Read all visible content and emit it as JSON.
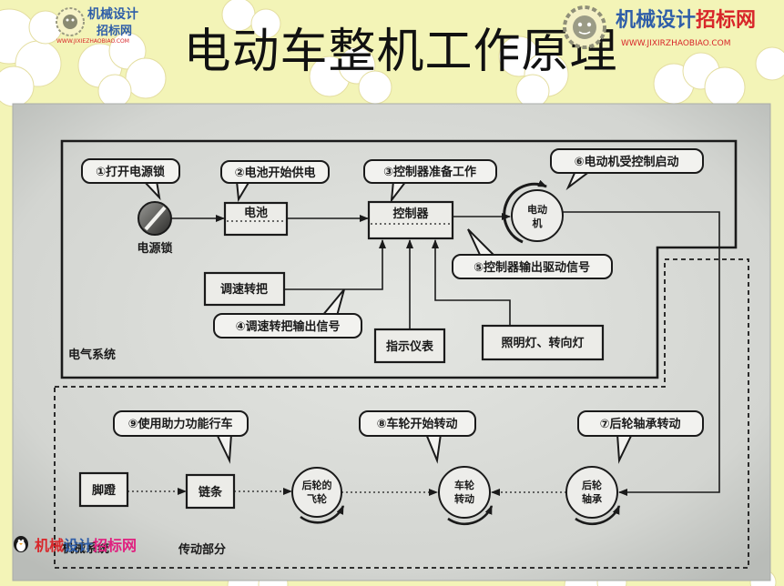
{
  "slide": {
    "title": "电动车整机工作原理"
  },
  "logos": {
    "top_left": {
      "line1": "机械设计",
      "line2": "招标网",
      "url": "WWW.JIXIEZHAOBIAO.COM",
      "icon": "sunflower-emblem-icon"
    },
    "top_right": {
      "parts": [
        "机械设计",
        "招标网"
      ],
      "url": "WWW.JIXIRZHAOBIAO.COM",
      "icon": "gear-emblem-icon"
    },
    "bottom_left": {
      "parts": [
        "机械",
        "设计",
        "招标网"
      ],
      "icon": "penguin-icon"
    }
  },
  "diagram": {
    "sections": {
      "electrical": "电气系统",
      "mechanical": "机械系统",
      "transmission": "传动部分"
    },
    "steps": [
      "①打开电源锁",
      "②电池开始供电",
      "③控制器准备工作",
      "④调速转把输出信号",
      "⑤控制器输出驱动信号",
      "⑥电动机受控制启动",
      "⑦后轮轴承转动",
      "⑧车轮开始转动",
      "⑨使用助力功能行车"
    ],
    "nodes": {
      "power_lock": "电源锁",
      "battery": "电池",
      "controller": "控制器",
      "motor": [
        "电动",
        "机"
      ],
      "throttle": "调速转把",
      "meter": "指示仪表",
      "lights": "照明灯、转向灯",
      "pedal": "脚蹬",
      "chain": "链条",
      "freewheel": [
        "后轮的",
        "飞轮"
      ],
      "wheel": [
        "车轮",
        "转动"
      ],
      "rear_bearing": [
        "后轮",
        "轴承"
      ]
    }
  },
  "colors": {
    "background": "#f3f4b7",
    "logo_blue": "#2f5ea8",
    "logo_red": "#d8262a",
    "logo_magenta": "#e0207f"
  }
}
